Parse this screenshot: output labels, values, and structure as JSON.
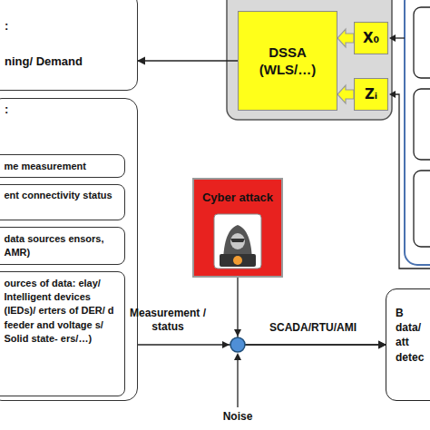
{
  "diagram": {
    "nodes": [
      {
        "text": [
          ":",
          "ning/ Demand"
        ]
      },
      {
        "text": [
          "DSSA (WLS/…)"
        ]
      },
      {
        "text": [
          "X₀"
        ]
      },
      {
        "text": [
          "Zᵢ"
        ]
      },
      {
        "text": [
          ":"
        ]
      },
      {
        "text": [
          "me measurement"
        ],
        "in": 4
      },
      {
        "text": [
          "ent connectivity status"
        ],
        "in": 4
      },
      {
        "text": [
          "data sources ensors, AMR)"
        ],
        "in": 4
      },
      {
        "text": [
          "ources of data: elay/ Intelligent devices (IEDs)/ erters of DER/ d feeder and voltage s/ Solid state- ers/…)"
        ],
        "in": 4
      },
      {
        "text": [
          "Cyber attack"
        ]
      },
      {
        "text": [
          "B data/ att detec"
        ]
      }
    ],
    "edges": [
      {
        "from": 1,
        "to": 0,
        "arrow": "to"
      },
      {
        "from": 2,
        "to": 1,
        "arrow": "to"
      },
      {
        "from": 3,
        "to": 1,
        "arrow": "to"
      },
      {
        "from": 4,
        "to": 10,
        "arrow": "to"
      },
      {
        "from": 9,
        "to": 10,
        "arrow": "to"
      }
    ],
    "labels": [
      "Measurement / status",
      "SCADA/RTU/AMI",
      "Noise"
    ]
  }
}
